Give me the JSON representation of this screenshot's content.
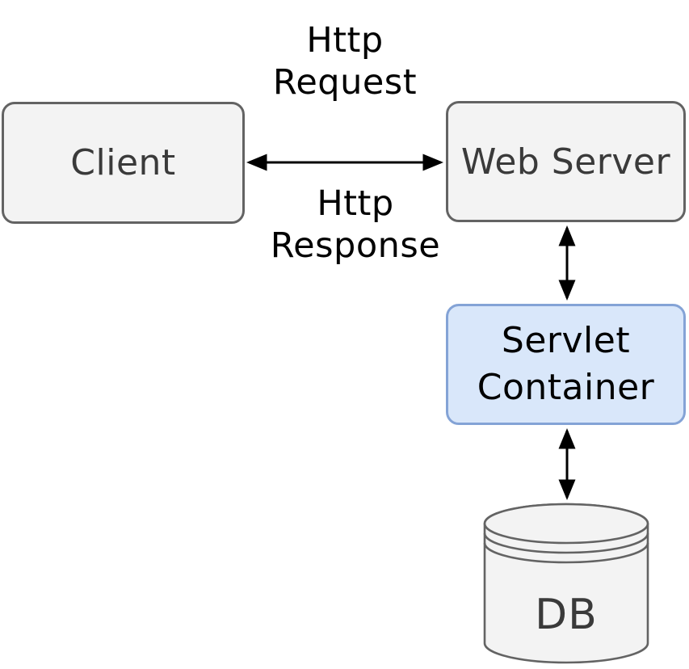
{
  "nodes": {
    "client": {
      "label": "Client"
    },
    "web_server": {
      "label": "Web Server"
    },
    "servlet_container": {
      "line1": "Servlet",
      "line2": "Container"
    },
    "db": {
      "label": "DB"
    }
  },
  "edge_labels": {
    "http_request": {
      "line1": "Http",
      "line2": "Request"
    },
    "http_response": {
      "line1": "Http",
      "line2": "Response"
    }
  },
  "colors": {
    "box_fill": "#f3f3f3",
    "box_border": "#636363",
    "box_text": "#3a3a3a",
    "container_fill": "#d9e7fa",
    "container_border": "#84a3d6",
    "arrow_color": "#000000"
  }
}
